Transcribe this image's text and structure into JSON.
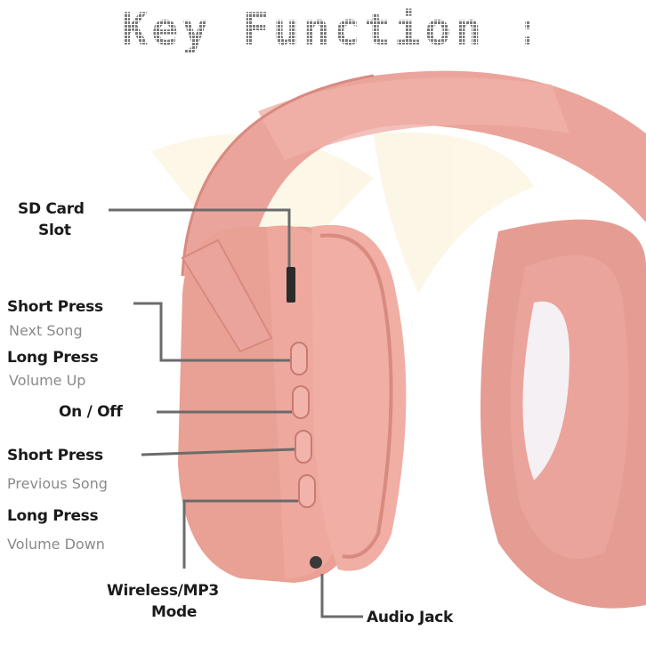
{
  "title": "Key Function :",
  "labels": {
    "sd_card_line1": "SD Card",
    "sd_card_line2": "Slot",
    "short_press_1": "Short Press",
    "next_song": "Next Song",
    "long_press_1": "Long Press",
    "volume_up": "Volume Up",
    "on_off": "On / Off",
    "short_press_2": "Short Press",
    "previous_song": "Previous Song",
    "long_press_2": "Long Press",
    "volume_down": "Volume Down",
    "wireless_line1": "Wireless/MP3",
    "wireless_line2": "Mode",
    "audio_jack": "Audio Jack"
  },
  "colors": {
    "headphone_pink": "#eba49b",
    "headphone_dark": "#d98a80",
    "pointer_line": "#6b6b6b",
    "title_text": "#7a7a7a"
  }
}
